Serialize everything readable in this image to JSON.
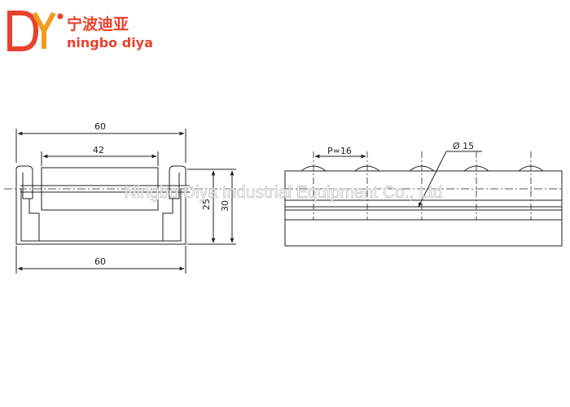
{
  "brand": {
    "name_cn": "宁波迪亚",
    "name_en": "ningbo diya",
    "logo_letters": "DY",
    "color_primary": "#e8412d",
    "color_secondary": "#f39a1e"
  },
  "watermark": "Ningbo Diya Industrial Equipment Co., Ltd",
  "side_view": {
    "dim_top_outer": "60",
    "dim_inner": "42",
    "dim_bottom": "60",
    "dim_height_inner": "25",
    "dim_height_outer": "30"
  },
  "front_view": {
    "pitch_label": "P=16",
    "diameter_label": "Ø 15"
  }
}
